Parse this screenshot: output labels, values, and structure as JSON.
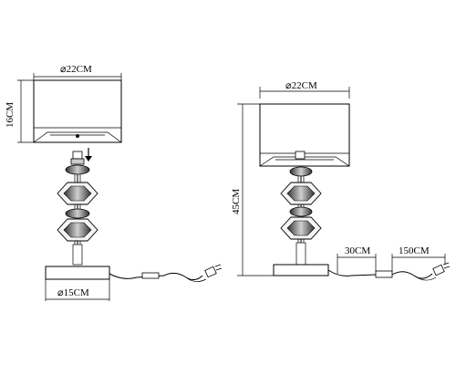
{
  "labels": {
    "shade_width_left": "⌀22CM",
    "shade_height_left": "16CM",
    "base_diameter_left": "⌀15CM",
    "shade_width_right": "⌀22CM",
    "total_height_right": "45CM",
    "cord_segment_1": "30CM",
    "cord_segment_2": "150CM"
  },
  "colors": {
    "stroke": "#000000",
    "shade_fill": "#ffffff",
    "crystal_fill": "#777777",
    "crystal_dark": "#333333"
  }
}
